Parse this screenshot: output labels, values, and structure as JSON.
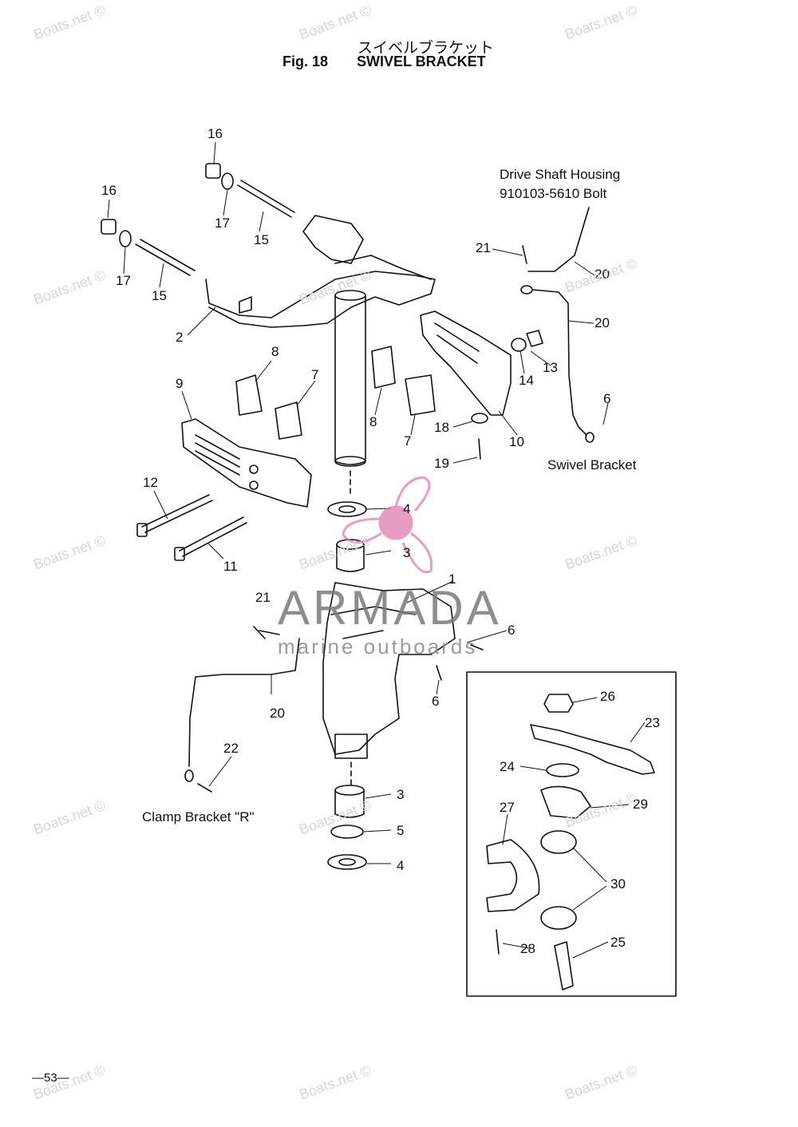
{
  "header": {
    "title_jp": "スイベルブラケット",
    "fig": "Fig. 18",
    "title_en": "SWIVEL BRACKET"
  },
  "labels": {
    "drive_shaft_1": "Drive Shaft Housing",
    "drive_shaft_2": "910103-5610 Bolt",
    "swivel_bracket": "Swivel Bracket",
    "clamp_bracket": "Clamp Bracket \"R\""
  },
  "part_numbers": [
    "1",
    "2",
    "3",
    "3",
    "4",
    "4",
    "5",
    "6",
    "6",
    "6",
    "7",
    "7",
    "8",
    "8",
    "9",
    "10",
    "11",
    "12",
    "13",
    "14",
    "15",
    "15",
    "16",
    "16",
    "17",
    "17",
    "18",
    "19",
    "20",
    "20",
    "20",
    "21",
    "21",
    "22",
    "23",
    "24",
    "25",
    "26",
    "27",
    "28",
    "29",
    "30"
  ],
  "logo": {
    "word": "ARMADA",
    "sub": "marine outboards"
  },
  "watermark": "Boats.net ©",
  "page_number": "—53—",
  "colors": {
    "logo_pink": "#e07bb0",
    "ink": "#111111"
  }
}
